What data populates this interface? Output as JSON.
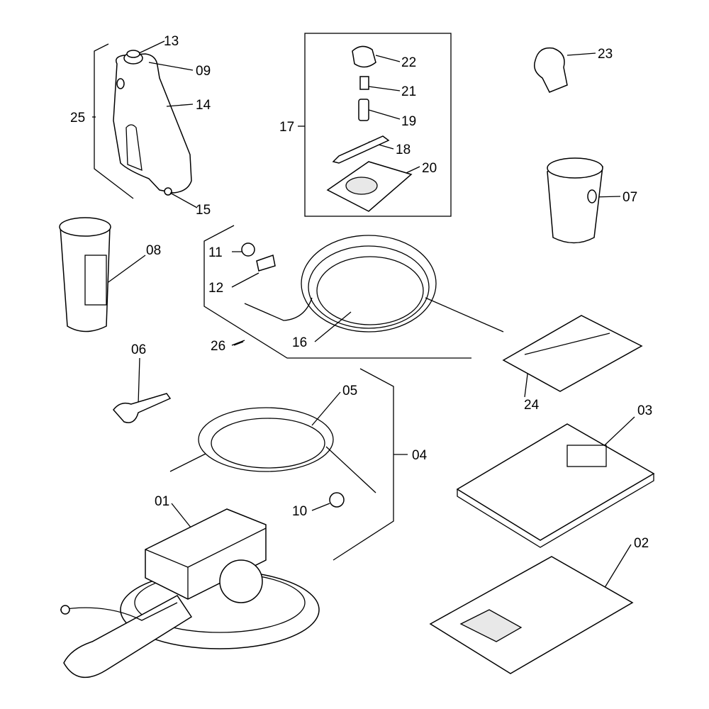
{
  "labels": {
    "p01": "01",
    "p02": "02",
    "p03": "03",
    "p04": "04",
    "p05": "05",
    "p06": "06",
    "p07": "07",
    "p08": "08",
    "p09": "09",
    "p10": "10",
    "p11": "11",
    "p12": "12",
    "p13": "13",
    "p14": "14",
    "p15": "15",
    "p16": "16",
    "p17": "17",
    "p18": "18",
    "p19": "19",
    "p20": "20",
    "p21": "21",
    "p22": "22",
    "p23": "23",
    "p24": "24",
    "p25": "25",
    "p26": "26"
  },
  "colors": {
    "line": "#000000",
    "fill": "#ffffff",
    "shade": "#e8e8e8"
  }
}
